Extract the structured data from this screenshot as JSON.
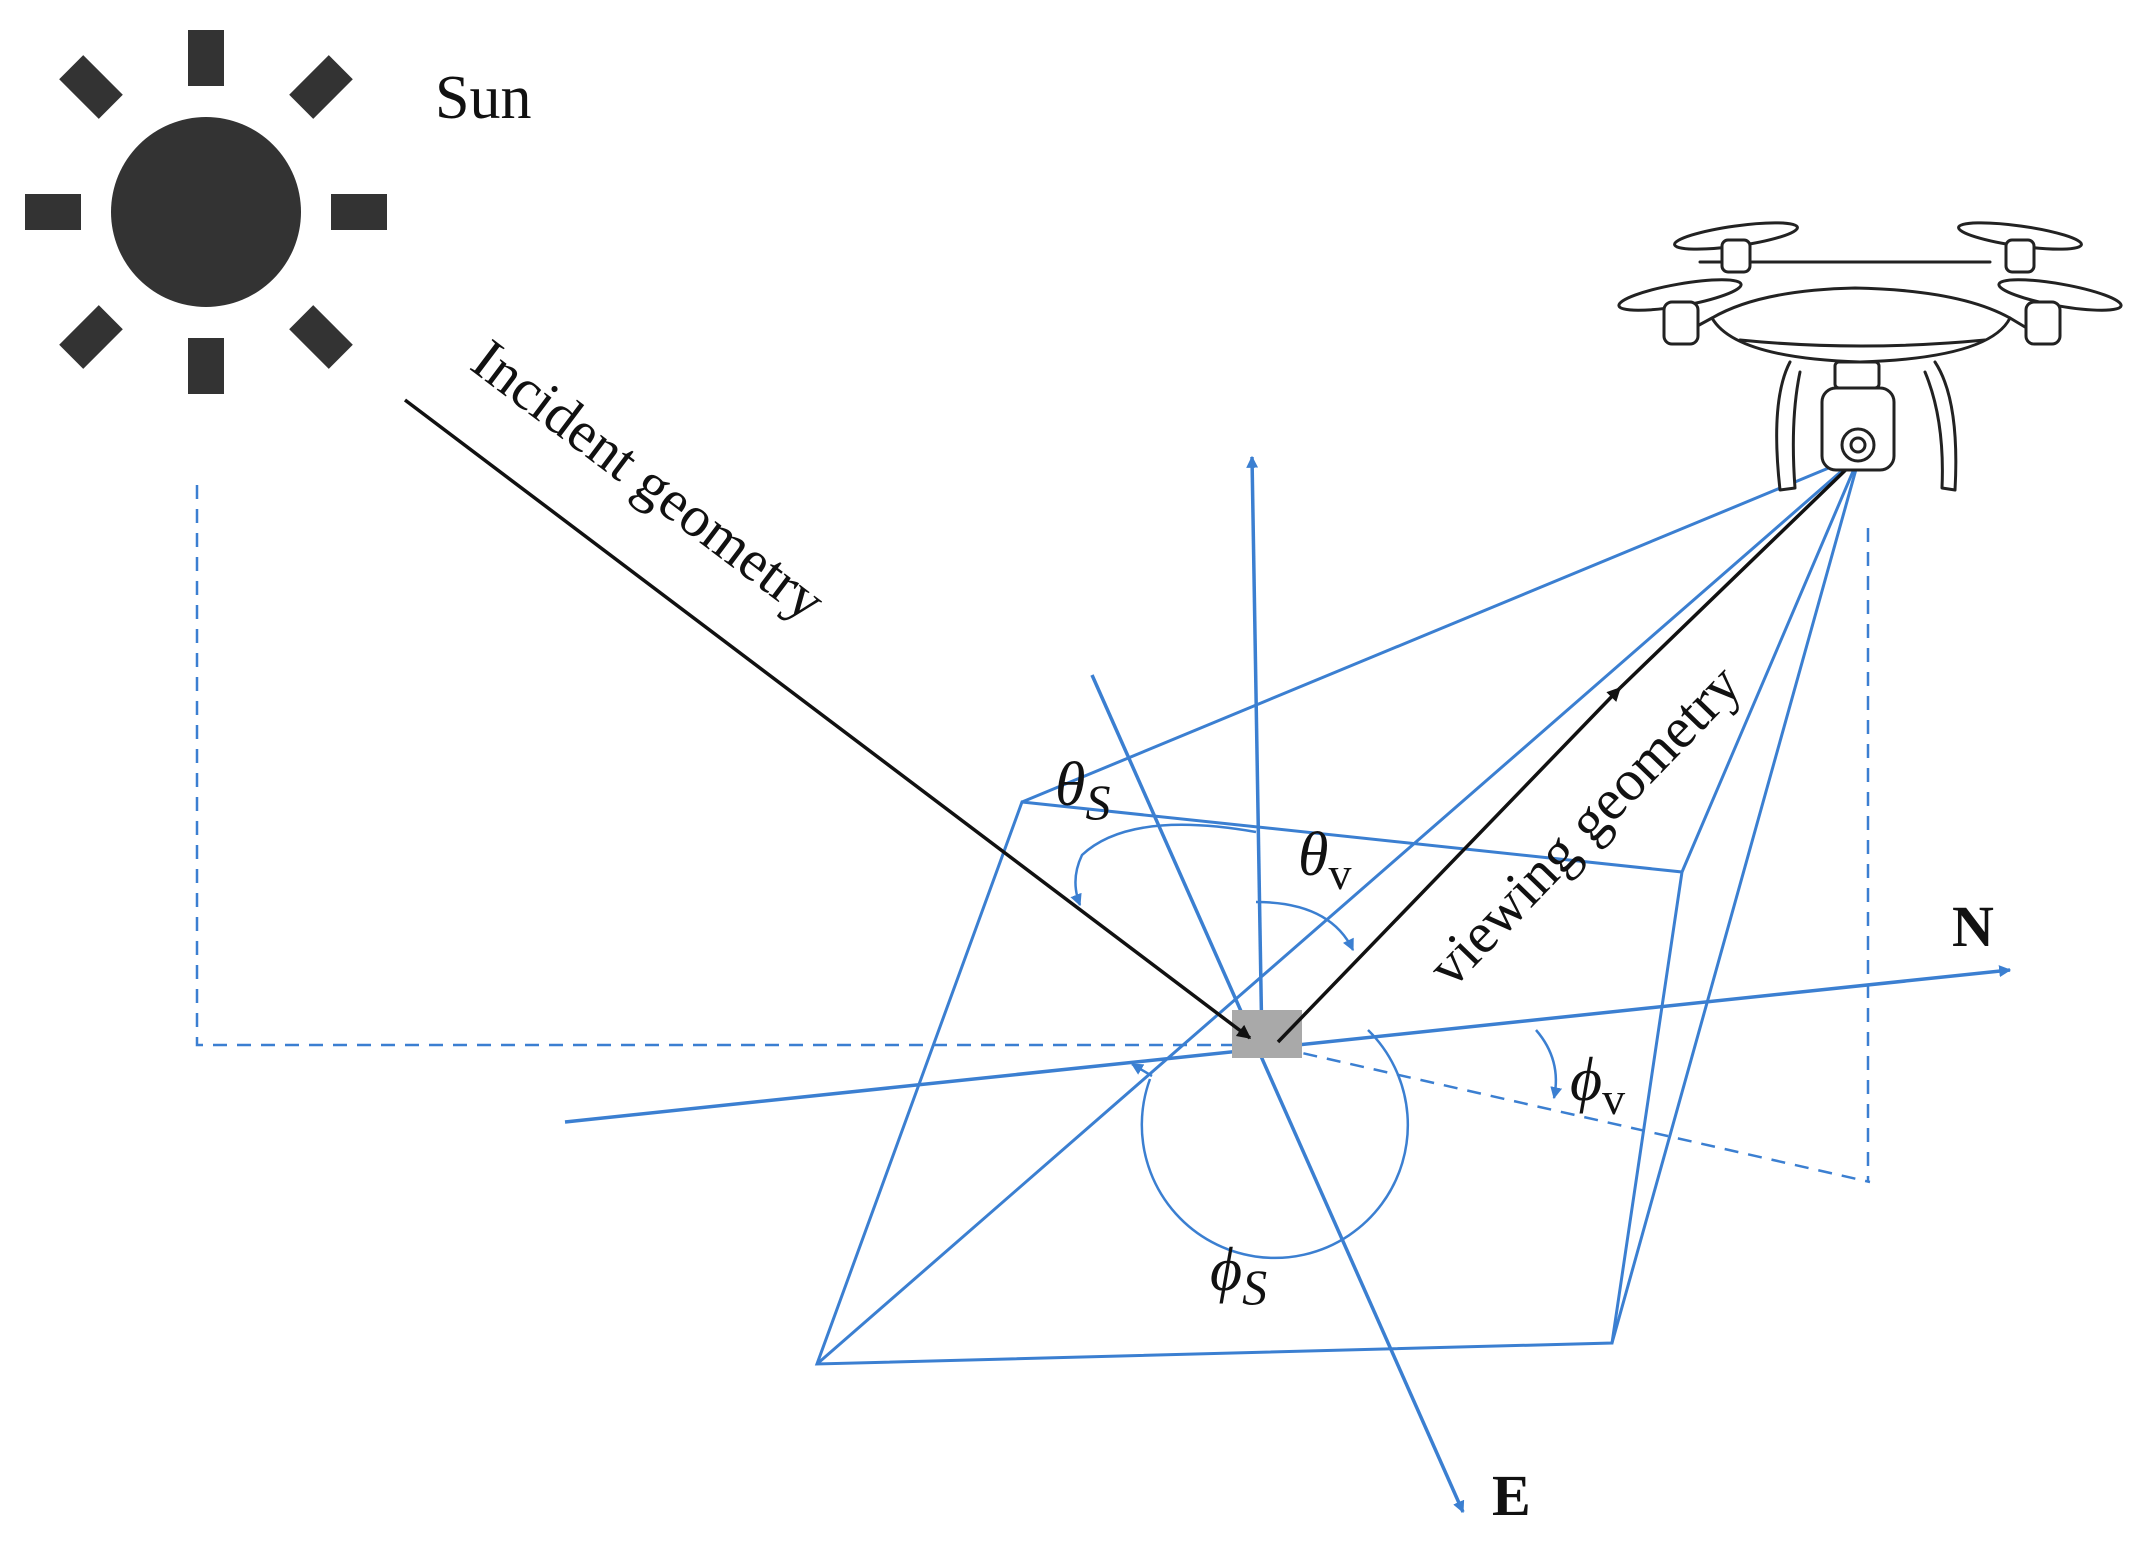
{
  "labels": {
    "sun": "Sun",
    "incident": "Incident geometry",
    "viewing": "viewing geometry",
    "north": "N",
    "east": "E",
    "theta_s": {
      "symbol": "θ",
      "sub": "S"
    },
    "theta_v": {
      "symbol": "θ",
      "sub": "v"
    },
    "phi_s": {
      "symbol": "ϕ",
      "sub": "S"
    },
    "phi_v": {
      "symbol": "ϕ",
      "sub": "v"
    }
  },
  "icons": {
    "sun": "sun-icon",
    "drone": "drone-icon"
  },
  "colors": {
    "geometry_lines": "#3b7fd1",
    "rays": "#111111",
    "sun": "#333333",
    "target_pixel": "#a9a9a9"
  }
}
